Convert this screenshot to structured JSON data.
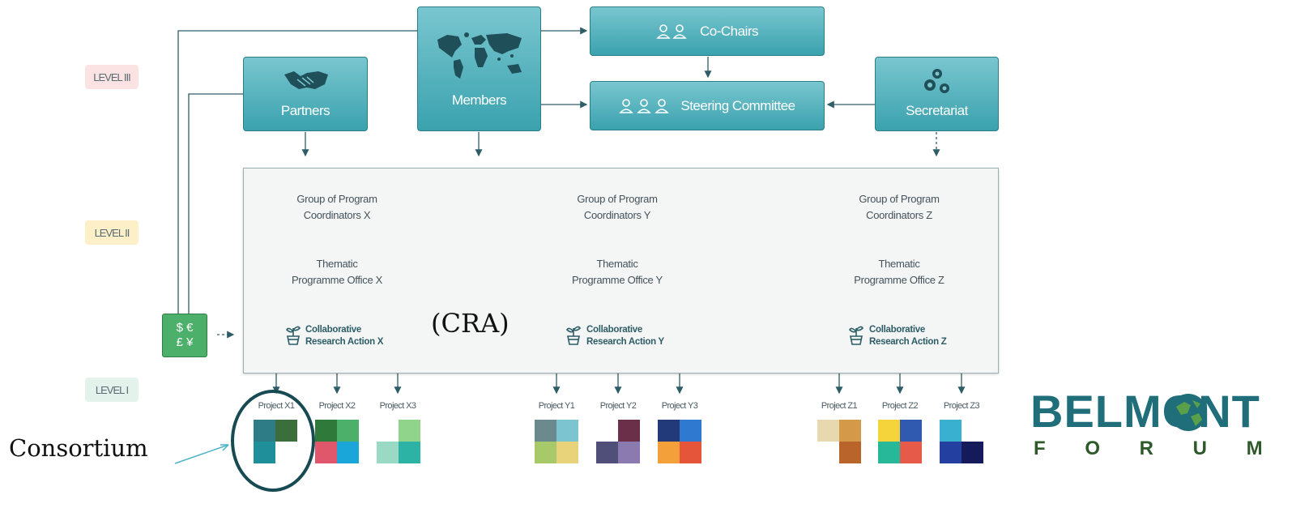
{
  "levels": {
    "level3": "LEVEL III",
    "level2": "LEVEL II",
    "level1": "LEVEL I"
  },
  "top_boxes": {
    "partners": "Partners",
    "members": "Members",
    "co_chairs": "Co-Chairs",
    "steering": "Steering Committee",
    "secretariat": "Secretariat"
  },
  "funding_icon": "$ €\n£ ¥",
  "columns": [
    {
      "group": "Group of Program\nCoordinators X",
      "office": "Thematic\nProgramme Office X",
      "cra": "Collaborative\nResearch Action X",
      "projects": [
        "Project X1",
        "Project X2",
        "Project X3"
      ]
    },
    {
      "group": "Group of Program\nCoordinators Y",
      "office": "Thematic\nProgramme Office Y",
      "cra": "Collaborative\nResearch Action Y",
      "projects": [
        "Project Y1",
        "Project Y2",
        "Project Y3"
      ]
    },
    {
      "group": "Group of Program\nCoordinators Z",
      "office": "Thematic\nProgramme Office Z",
      "cra": "Collaborative\nResearch Action Z",
      "projects": [
        "Project Z1",
        "Project Z2",
        "Project Z3"
      ]
    }
  ],
  "annotations": {
    "cra": "(CRA)",
    "consortium": "Consortium"
  },
  "logo": {
    "line1": "BELMONT",
    "line2": "F O R U M"
  },
  "colors": {
    "box_teal": "#4fb3bd",
    "level3_bg": "#fbe3e3",
    "level2_bg": "#fdf0c8",
    "level1_bg": "#e3f3ec",
    "funding_green": "#4caf6a",
    "logo_teal": "#1f6e7a",
    "logo_green": "#2e5a2a"
  },
  "icons": [
    "world-map-icon",
    "handshake-icon",
    "users-icon",
    "gears-icon",
    "plant-pot-icon",
    "puzzle-icon",
    "globe-icon"
  ]
}
